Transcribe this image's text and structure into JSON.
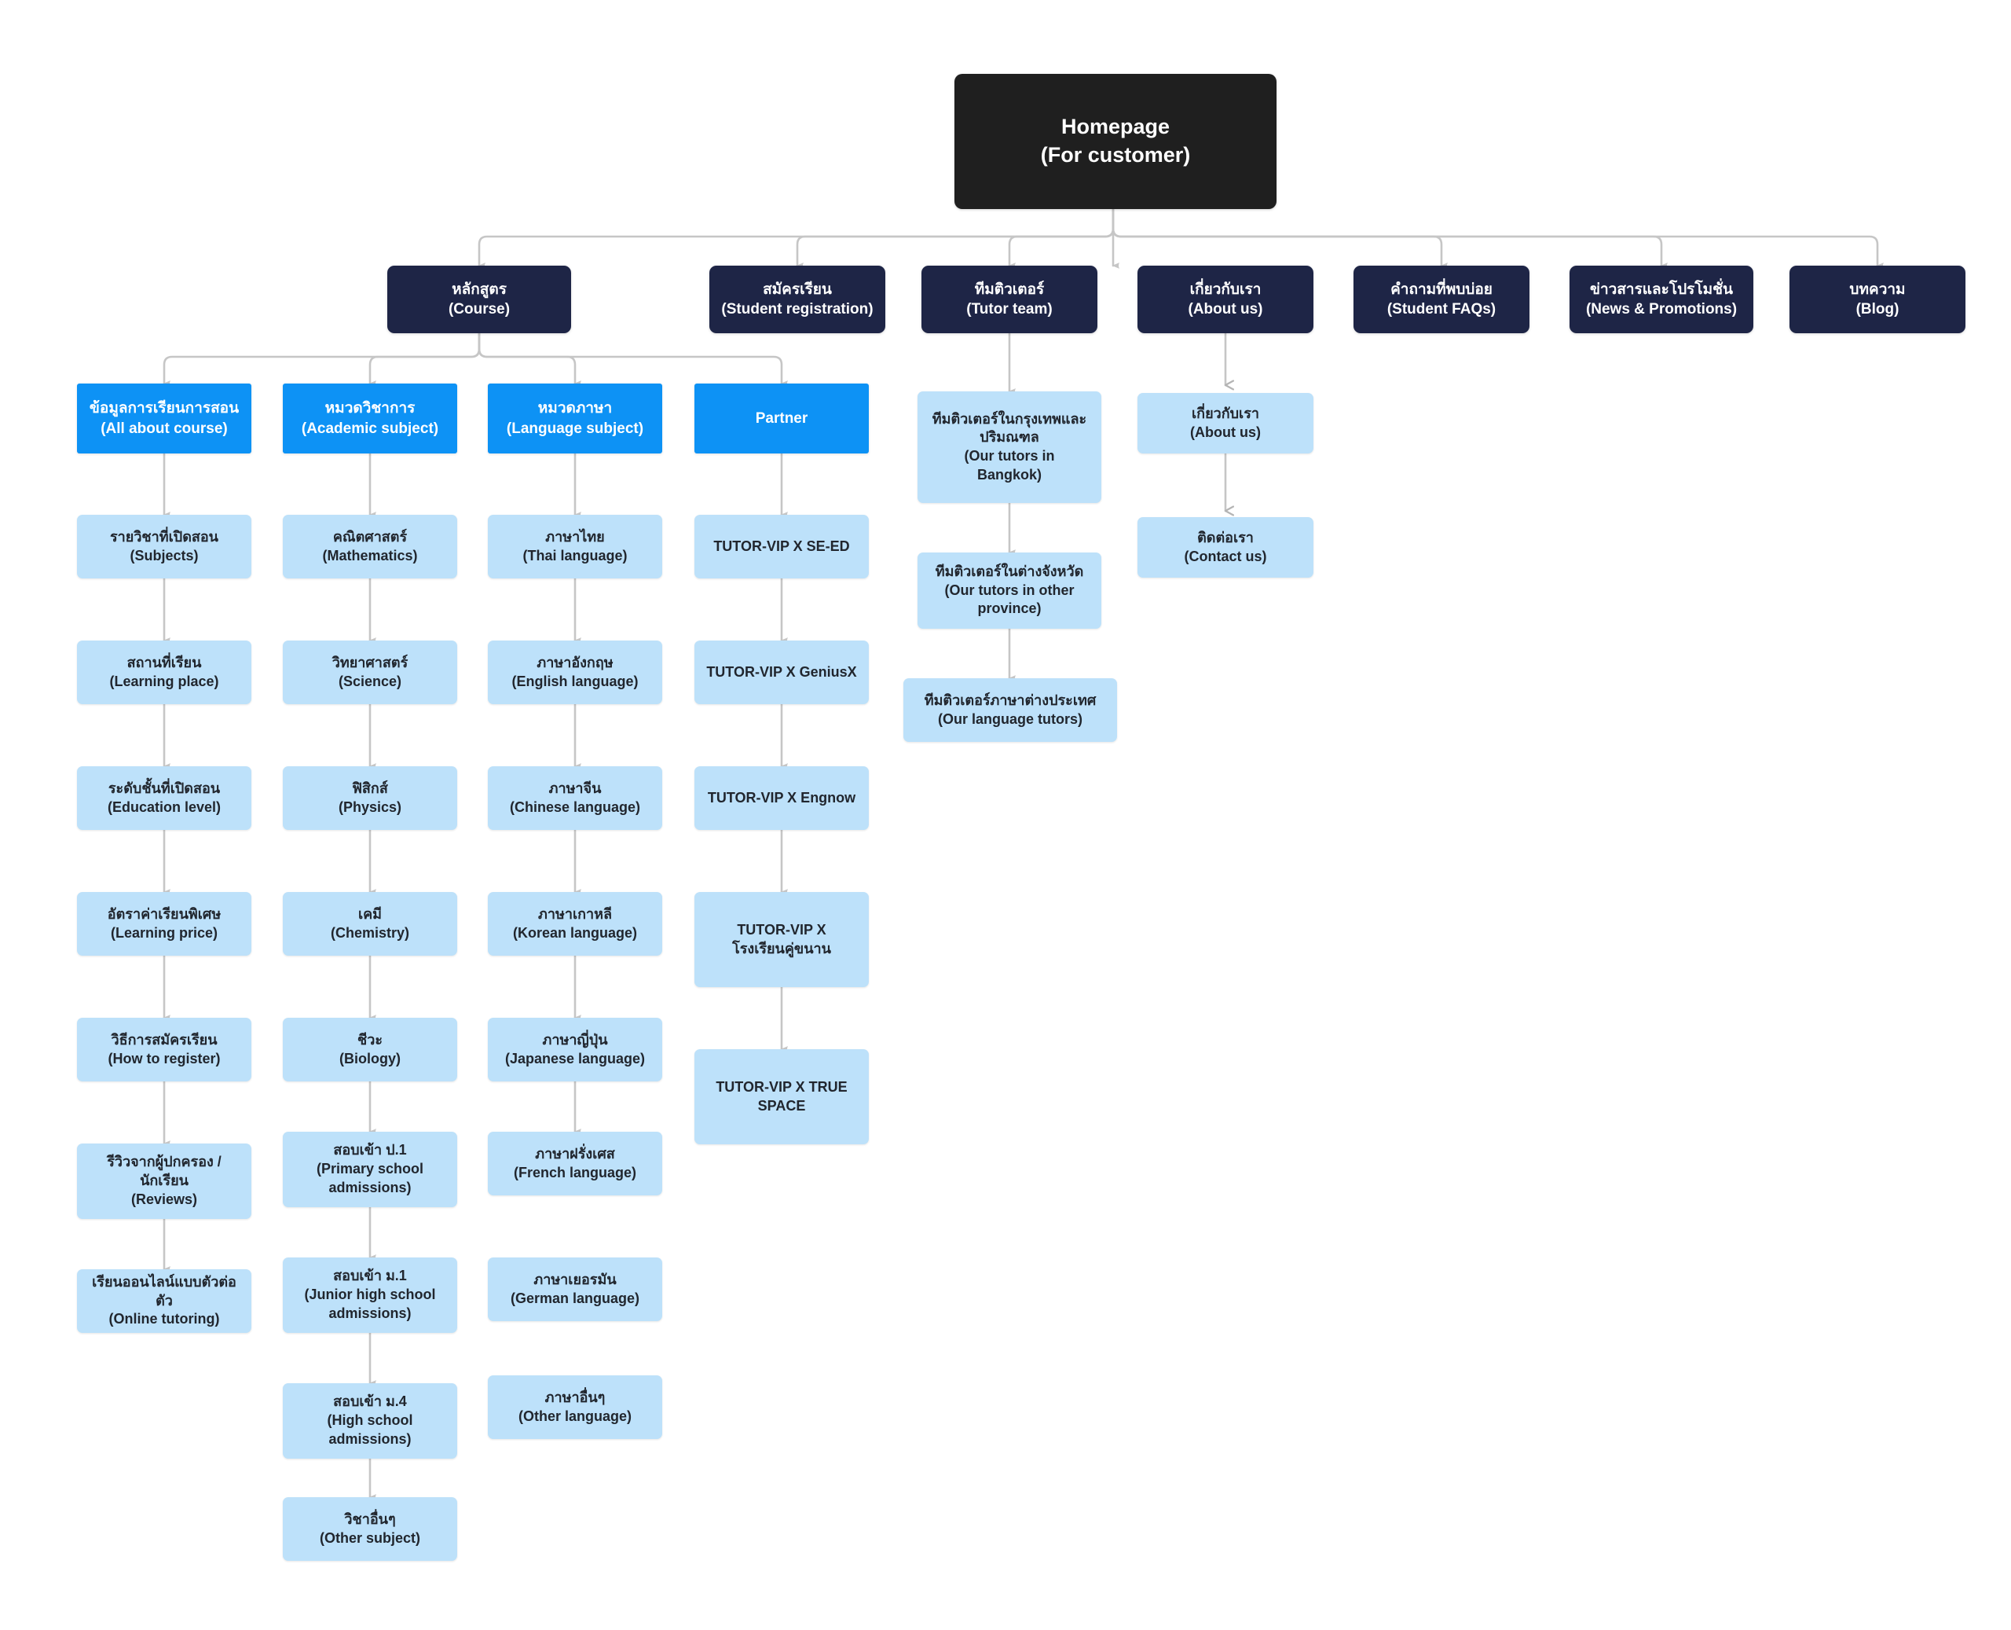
{
  "diagram": {
    "title": "Website sitemap",
    "colors": {
      "root": "#1f1f1f",
      "level1": "#1e2546",
      "level2": "#0d92f5",
      "leaf": "#bde1fa",
      "connector": "#c6c6c6",
      "background": "#ffffff"
    }
  },
  "root": {
    "label": "Homepage\n(For customer)"
  },
  "sections": [
    {
      "id": "course",
      "label": "หลักสูตร\n(Course)",
      "columns": [
        {
          "id": "all-about-course",
          "head": "ข้อมูลการเรียนการสอน\n(All about course)",
          "items": [
            "รายวิชาที่เปิดสอน\n(Subjects)",
            "สถานที่เรียน\n(Learning place)",
            "ระดับชั้นที่เปิดสอน\n(Education level)",
            "อัตราค่าเรียนพิเศษ\n(Learning price)",
            "วิธีการสมัครเรียน\n(How to register)",
            "รีวิวจากผู้ปกครอง /\nนักเรียน\n(Reviews)",
            "เรียนออนไลน์แบบตัวต่อตัว\n(Online tutoring)"
          ]
        },
        {
          "id": "academic-subject",
          "head": "หมวดวิชาการ\n(Academic subject)",
          "items": [
            "คณิตศาสตร์\n(Mathematics)",
            "วิทยาศาสตร์\n(Science)",
            "ฟิสิกส์\n(Physics)",
            "เคมี\n(Chemistry)",
            "ชีวะ\n(Biology)",
            "สอบเข้า ป.1\n(Primary school\nadmissions)",
            "สอบเข้า ม.1\n(Junior high school\nadmissions)",
            "สอบเข้า ม.4\n(High school\nadmissions)",
            "วิชาอื่นๆ\n(Other subject)"
          ]
        },
        {
          "id": "language-subject",
          "head": "หมวดภาษา\n(Language subject)",
          "items": [
            "ภาษาไทย\n(Thai language)",
            "ภาษาอังกฤษ\n(English language)",
            "ภาษาจีน\n(Chinese language)",
            "ภาษาเกาหลี\n(Korean language)",
            "ภาษาญี่ปุ่น\n(Japanese language)",
            "ภาษาฝรั่งเศส\n(French language)",
            "ภาษาเยอรมัน\n(German language)",
            "ภาษาอื่นๆ\n(Other language)"
          ]
        },
        {
          "id": "partner",
          "head": "Partner",
          "items": [
            "TUTOR-VIP X SE-ED",
            "TUTOR-VIP X GeniusX",
            "TUTOR-VIP X Engnow",
            "TUTOR-VIP X\nโรงเรียนคู่ขนาน",
            "TUTOR-VIP X TRUE\nSPACE"
          ]
        }
      ]
    },
    {
      "id": "student-registration",
      "label": "สมัครเรียน\n(Student registration)",
      "columns": []
    },
    {
      "id": "tutor-team",
      "label": "ทีมติวเตอร์\n(Tutor team)",
      "items": [
        "ทีมติวเตอร์ในกรุงเทพและ\nปริมณฑล\n(Our tutors in\nBangkok)",
        "ทีมติวเตอร์ในต่างจังหวัด\n(Our tutors in other\nprovince)",
        "ทีมติวเตอร์ภาษาต่างประเทศ\n(Our language tutors)"
      ]
    },
    {
      "id": "about-us",
      "label": "เกี่ยวกับเรา\n(About us)",
      "items": [
        "เกี่ยวกับเรา\n(About us)",
        "ติดต่อเรา\n(Contact us)"
      ]
    },
    {
      "id": "student-faqs",
      "label": "คำถามที่พบบ่อย\n(Student FAQs)",
      "items": []
    },
    {
      "id": "news-promotions",
      "label": "ข่าวสารและโปรโมชั่น\n(News & Promotions)",
      "items": []
    },
    {
      "id": "blog",
      "label": "บทความ\n(Blog)",
      "items": []
    }
  ]
}
